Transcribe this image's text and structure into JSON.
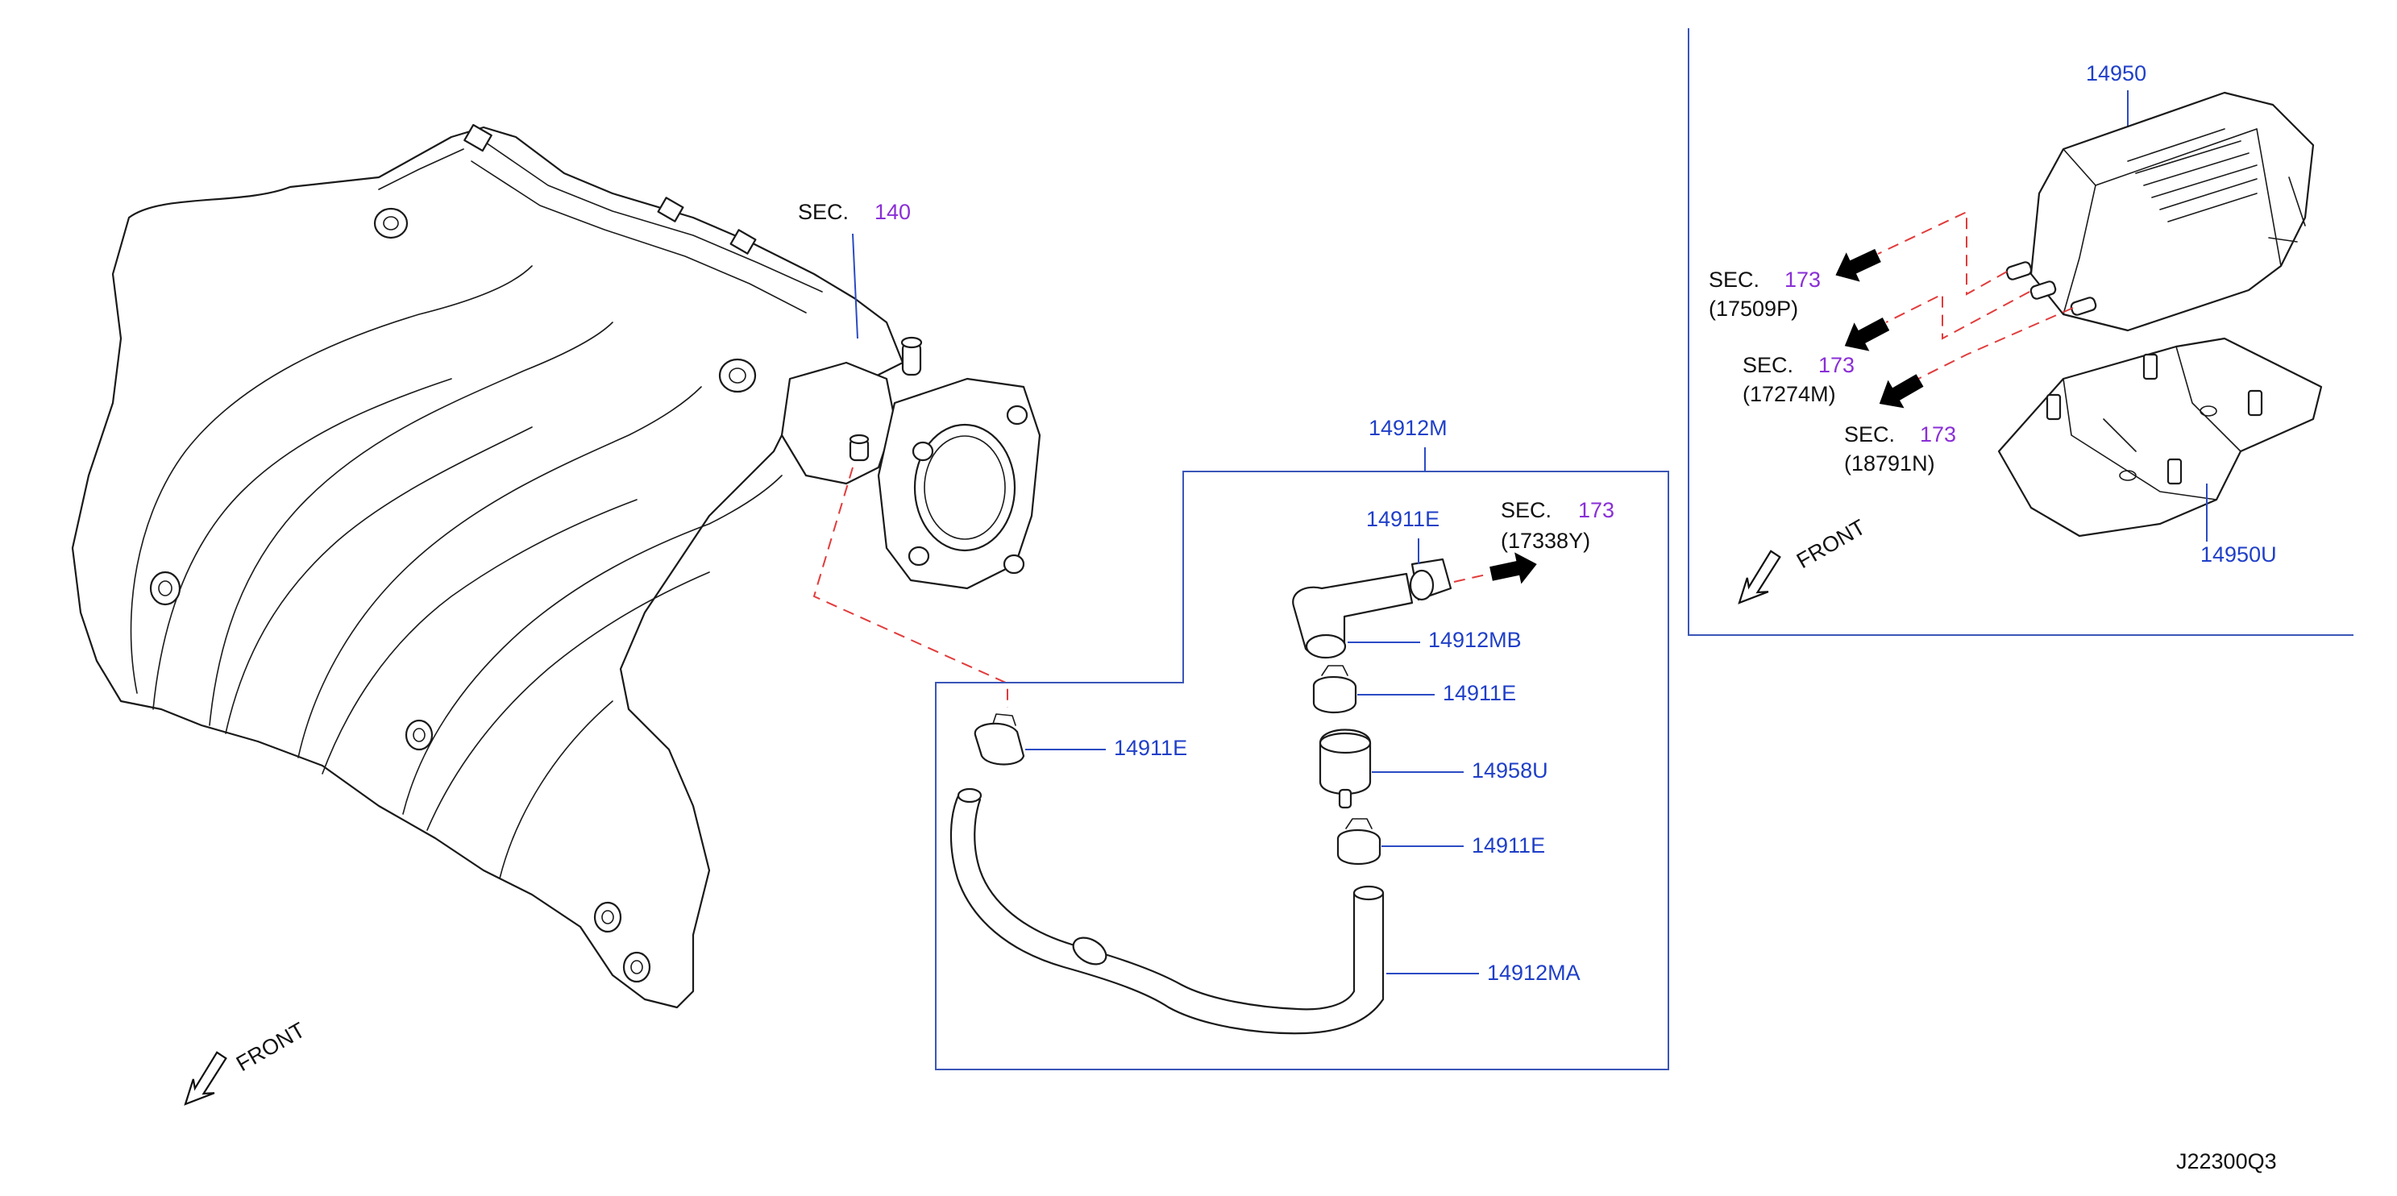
{
  "callouts": {
    "sec_140": {
      "prefix": "SEC.",
      "number": "140"
    },
    "sec_173_17338y": {
      "prefix": "SEC.",
      "number": "173",
      "code": "(17338Y)"
    },
    "sec_173_17509p": {
      "prefix": "SEC.",
      "number": "173",
      "code": "(17509P)"
    },
    "sec_173_17274m": {
      "prefix": "SEC.",
      "number": "173",
      "code": "(17274M)"
    },
    "sec_173_18791n": {
      "prefix": "SEC.",
      "number": "173",
      "code": "(18791N)"
    }
  },
  "parts": {
    "p14912M": "14912M",
    "p14911E_top": "14911E",
    "p14912MB": "14912MB",
    "p14911E_mid": "14911E",
    "p14911E_left": "14911E",
    "p14958U": "14958U",
    "p14911E_low": "14911E",
    "p14912MA": "14912MA",
    "p14950": "14950",
    "p14950U": "14950U"
  },
  "front_labels": {
    "left": "FRONT",
    "right": "FRONT"
  },
  "diagram_code": "J22300Q3",
  "colors": {
    "part_number": "#1f3fc8",
    "section_number": "#8a2fd6",
    "leader_line": "#2b4bc4",
    "connection_dash": "#e23b3b",
    "line_art": "#1a1a1a"
  },
  "icons": [
    "flow-arrow-icon",
    "front-arrow-icon"
  ]
}
